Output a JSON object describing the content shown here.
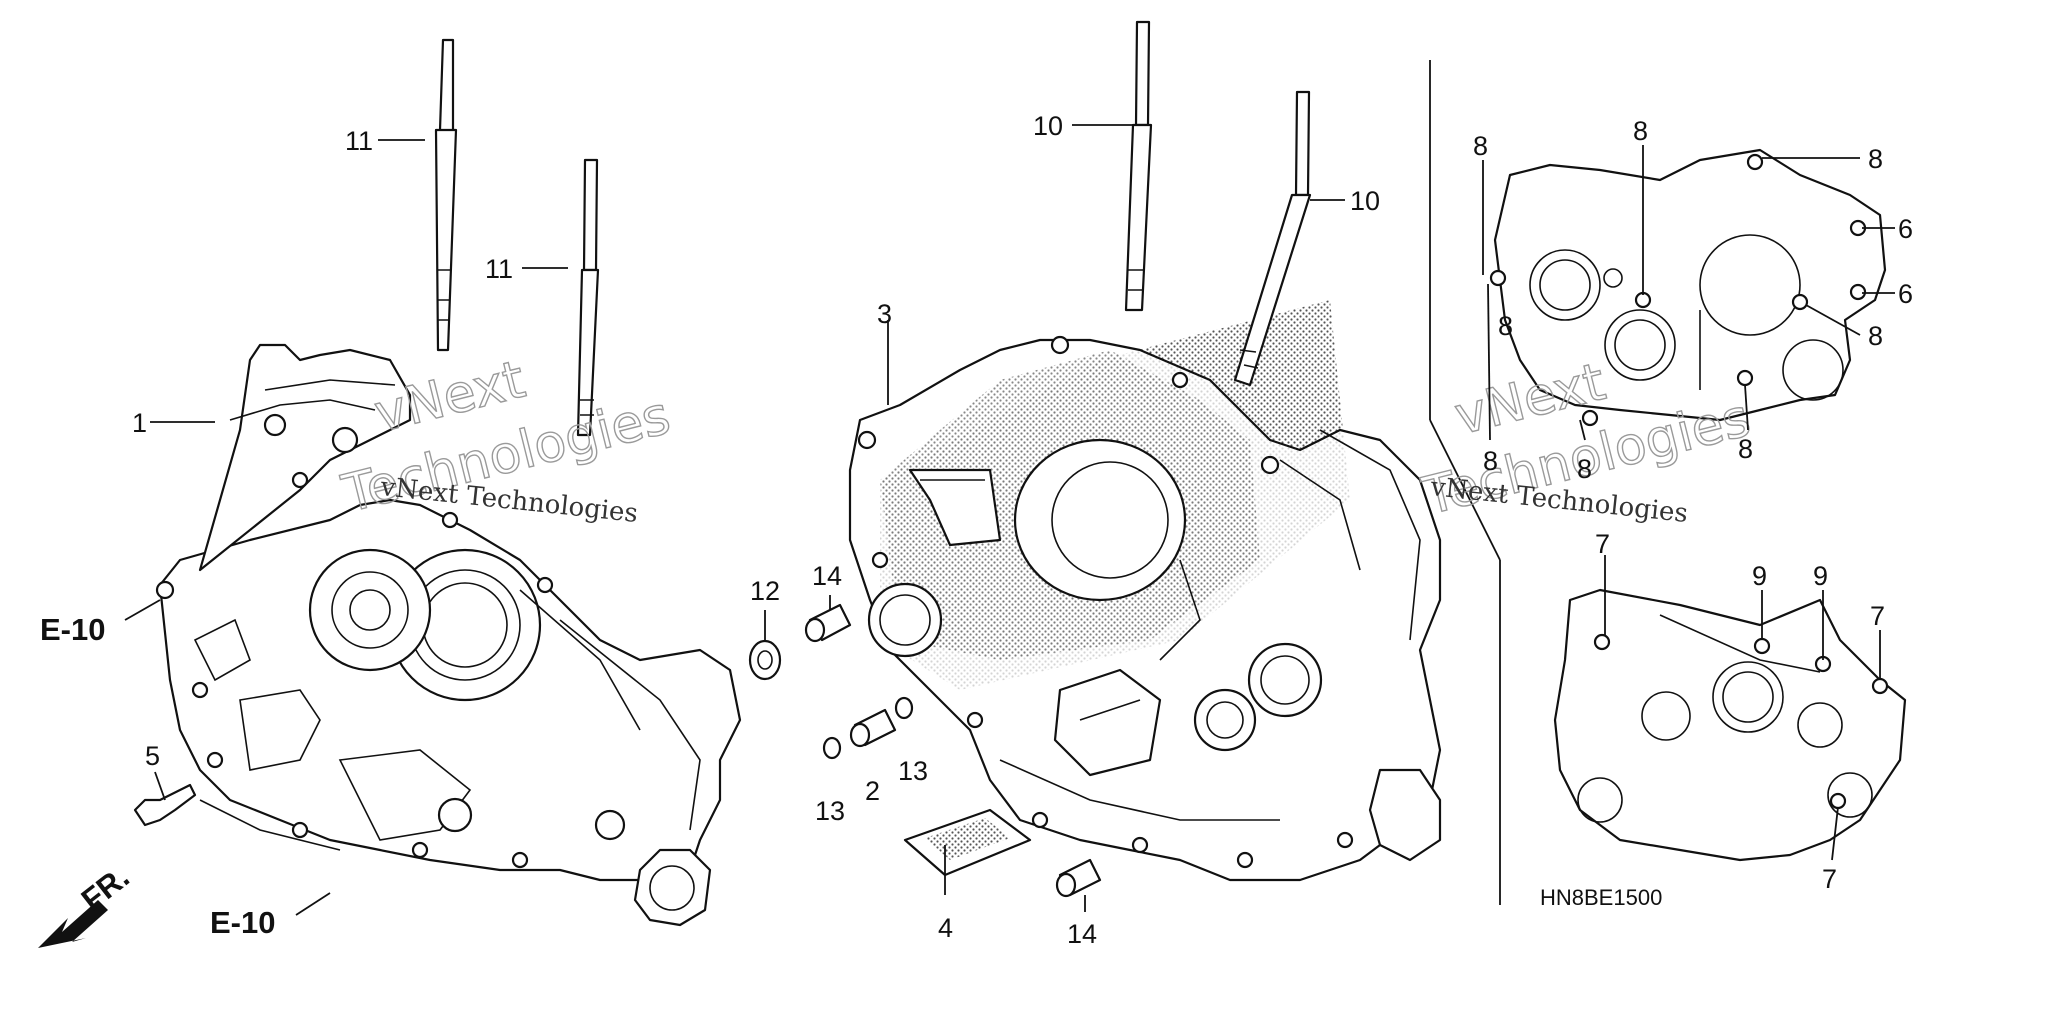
{
  "diagram": {
    "code": "HN8BE1500",
    "direction_label": "FR.",
    "reference_labels": [
      "E-10",
      "E-10"
    ],
    "watermark": {
      "line1": "vNext",
      "line2": "Technologies",
      "small": "vNext Technologies"
    },
    "callouts": {
      "c1": "1",
      "c2": "2",
      "c3": "3",
      "c4": "4",
      "c5": "5",
      "c6a": "6",
      "c6b": "6",
      "c7a": "7",
      "c7b": "7",
      "c7c": "7",
      "c8a": "8",
      "c8b": "8",
      "c8c": "8",
      "c8d": "8",
      "c8e": "8",
      "c8f": "8",
      "c8g": "8",
      "c8h": "8",
      "c9a": "9",
      "c9b": "9",
      "c10a": "10",
      "c10b": "10",
      "c11a": "11",
      "c11b": "11",
      "c12": "12",
      "c13a": "13",
      "c13b": "13",
      "c14a": "14",
      "c14b": "14"
    }
  }
}
